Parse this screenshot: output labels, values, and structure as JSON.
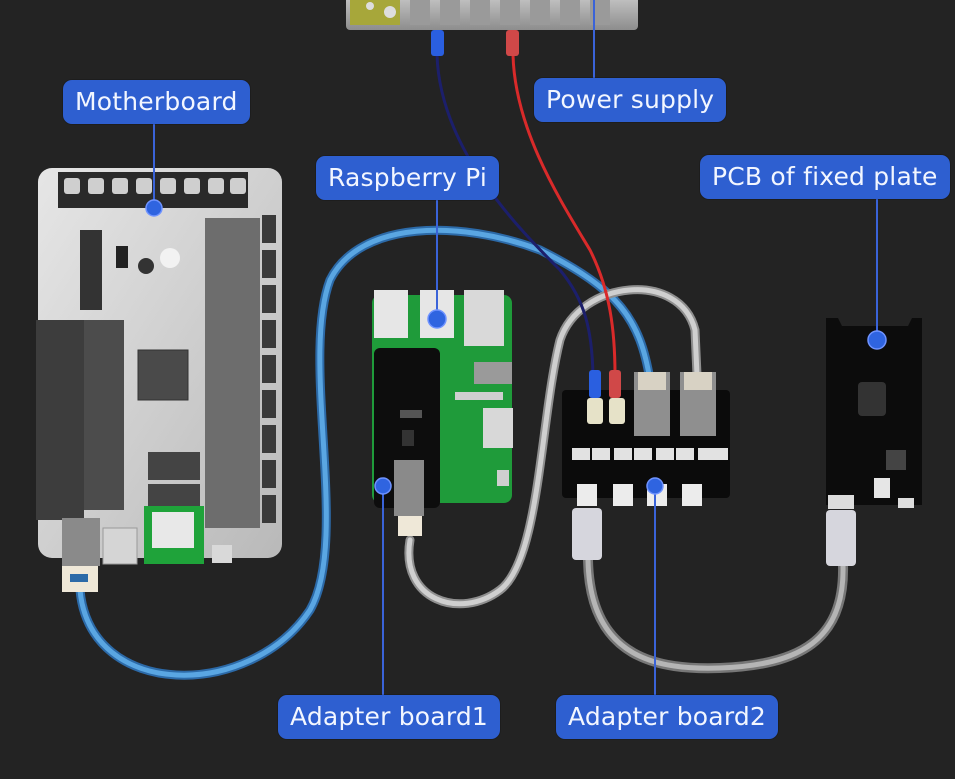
{
  "diagram": {
    "title": "Wiring overview",
    "background_color": "#232323",
    "label_color": "#2e5fd0",
    "leader_color": "#3a63d8",
    "labels": {
      "motherboard": "Motherboard",
      "power_supply": "Power supply",
      "raspberry_pi": "Raspberry Pi",
      "pcb_fixed_plate": "PCB of fixed plate",
      "adapter_board1": "Adapter board1",
      "adapter_board2": "Adapter board2"
    },
    "components": [
      {
        "id": "power_supply",
        "label": "Power supply"
      },
      {
        "id": "motherboard",
        "label": "Motherboard"
      },
      {
        "id": "raspberry_pi",
        "label": "Raspberry Pi"
      },
      {
        "id": "adapter_board1",
        "label": "Adapter board1"
      },
      {
        "id": "adapter_board2",
        "label": "Adapter board2"
      },
      {
        "id": "pcb_fixed_plate",
        "label": "PCB of fixed plate"
      }
    ],
    "connections": [
      {
        "from": "power_supply",
        "to": "adapter_board2",
        "cable": "negative",
        "color": "#1c1f6b"
      },
      {
        "from": "power_supply",
        "to": "adapter_board2",
        "cable": "positive",
        "color": "#d92a2a"
      },
      {
        "from": "motherboard",
        "to": "adapter_board2",
        "cable": "usb",
        "color": "#5aa3df"
      },
      {
        "from": "adapter_board1",
        "to": "adapter_board2",
        "cable": "usb",
        "color": "#bdbdbd"
      },
      {
        "from": "adapter_board2",
        "to": "pcb_fixed_plate",
        "cable": "usb-c",
        "color": "#9a9a9a"
      }
    ]
  }
}
